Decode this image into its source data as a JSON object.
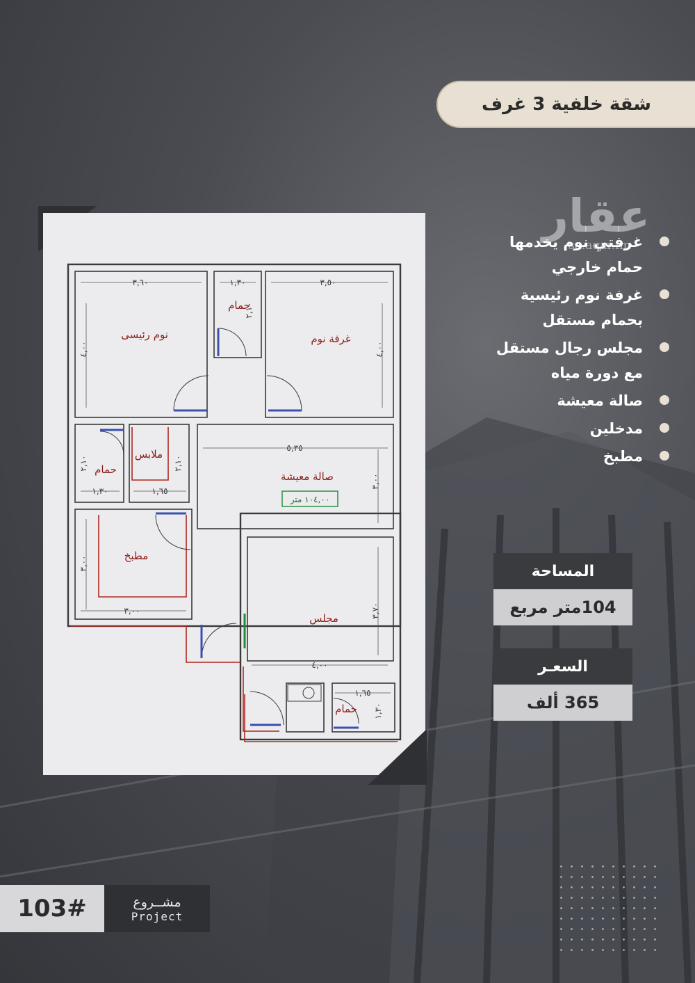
{
  "title": "شقة خلفية 3 غرف",
  "watermark": {
    "logo": "عقار",
    "site": "sa.aqar.fm"
  },
  "features": [
    {
      "line1": "غرفتي نوم يخدمها",
      "line2": "حمام خارجي"
    },
    {
      "line1": "غرفة نوم رئيسية",
      "line2": "بحمام مستقل"
    },
    {
      "line1": "مجلس رجال مستقل",
      "line2": "مع دورة مياه"
    },
    {
      "line1": "صالة معيشة",
      "line2": ""
    },
    {
      "line1": "مدخلين",
      "line2": ""
    },
    {
      "line1": "مطبخ",
      "line2": ""
    }
  ],
  "area": {
    "label": "المساحة",
    "value": "104متر مربع"
  },
  "price": {
    "label": "السعـر",
    "value": "365 ألف"
  },
  "project": {
    "number": "103#",
    "label_ar": "مشــروع",
    "label_en": "Project"
  },
  "floorplan": {
    "rooms": {
      "master": "نوم رئيسى",
      "bedroom": "غرفة نوم",
      "bath_top": "حمام",
      "bath_left": "حمام",
      "closet": "ملابس",
      "living": "صالة معيشة",
      "living_area": "١٠٤,٠٠ متر",
      "kitchen": "مطبخ",
      "majlis": "مجلس",
      "bath_bottom": "حمام"
    },
    "dims": {
      "master_w": "٣,٦٠",
      "master_h": "٤,٠٠",
      "bath_top_w": "١,٣٠",
      "bath_top_h": "٢,١٠",
      "bed_w": "٣,٥٠",
      "bed_h": "٤,٠٠",
      "living_w": "٥,٣٥",
      "living_h": "٣,٠٠",
      "bath_left_w": "١,٣٠",
      "bath_left_h": "٢,١٠",
      "closet_w": "١,٦٥",
      "closet_h": "٢,١٠",
      "kitchen_w": "٣,٠٠",
      "kitchen_h": "٣,٠٠",
      "majlis_w": "٤,٠٠",
      "majlis_h": "٣,٧٠",
      "bath_bottom_w": "١,٦٥",
      "bath_bottom_h": "١,٣٠"
    }
  }
}
